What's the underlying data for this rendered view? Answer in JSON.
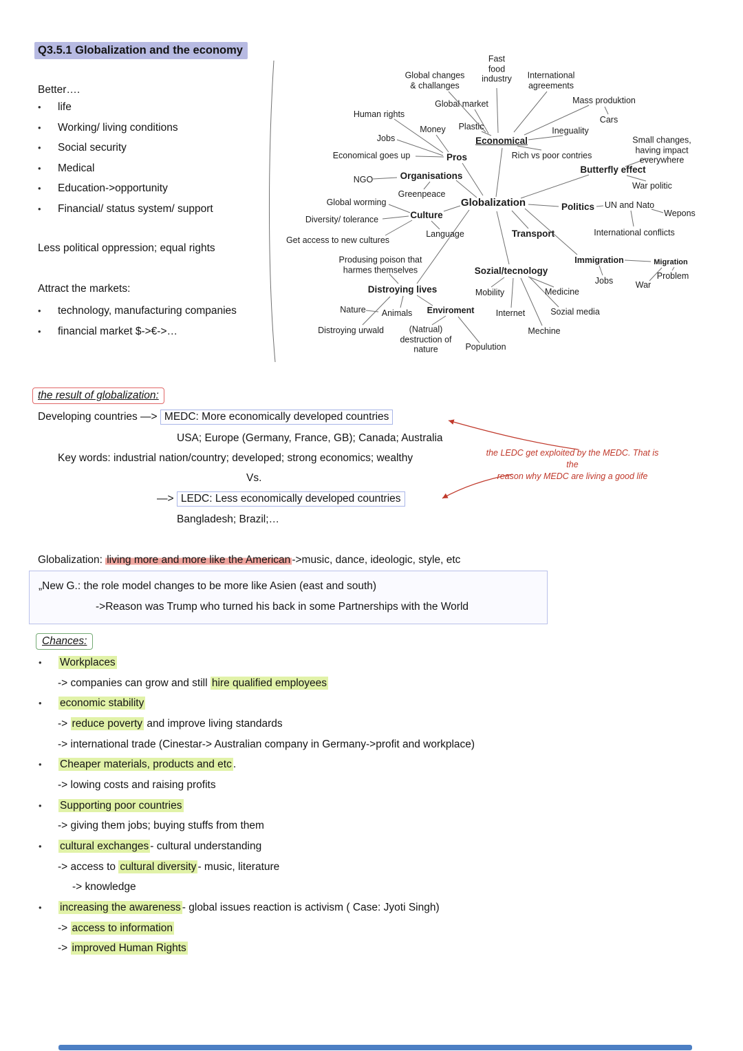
{
  "page": {
    "title": "Q3.5.1 Globalization and the economy",
    "colors": {
      "title_highlight": "#b7bae2",
      "green_highlight": "#e1f2a8",
      "red_annotation": "#c0392b",
      "blue_box_border": "#a9b6e8",
      "result_box_border": "#e06666",
      "chances_box_border": "#74aa74",
      "bottom_bar": "#4c7fc4"
    }
  },
  "better": {
    "heading": "Better….",
    "items": [
      "life",
      "Working/ living conditions",
      "Social security",
      "Medical",
      "Education->opportunity",
      "Financial/ status system/ support"
    ],
    "note": "Less political oppression; equal rights"
  },
  "markets": {
    "heading": "Attract the markets:",
    "items": [
      "technology, manufacturing companies",
      "financial market $->€->…"
    ]
  },
  "mindmap": {
    "nodes": {
      "fast_food": "Fast\nfood\nindustry",
      "global_changes": "Global changes\n& challanges",
      "international_agreements": "International\nagreements",
      "global_market": "Global market",
      "mass_produktion": "Mass produktion",
      "human_rights": "Human rights",
      "cars": "Cars",
      "money": "Money",
      "plastic": "Plastic",
      "ineguality": "Ineguality",
      "jobs_top": "Jobs",
      "economical": "Economical",
      "small_changes": "Small changes,\nhaving impact everywhere",
      "economical_goes_up": "Economical goes up",
      "pros": "Pros",
      "rich_vs_poor": "Rich vs poor contries",
      "butterfly_effect": "Butterfly effect",
      "ngo": "NGO",
      "organisations": "Organisations",
      "war_politic": "War politic",
      "greenpeace": "Greenpeace",
      "global_worming": "Global worming",
      "globalization": "Globalization",
      "politics": "Politics",
      "un_and_nato": "UN and Nato",
      "wepons": "Wepons",
      "culture": "Culture",
      "diversity_tolerance": "Diversity/ tolerance",
      "international_conflicts": "International conflicts",
      "access_new_cultures": "Get access to new cultures",
      "language": "Language",
      "transport": "Transport",
      "produsing_poison": "Produsing poison that\nharmes themselves",
      "immigration": "Immigration",
      "migration": "Migration",
      "sozial_tecnology": "Sozial/tecnology",
      "jobs_right": "Jobs",
      "war_right": "War",
      "problem": "Problem",
      "distroying_lives": "Distroying lives",
      "mobility": "Mobility",
      "medicine": "Medicine",
      "nature": "Nature",
      "animals": "Animals",
      "enviroment": "Enviroment",
      "internet": "Internet",
      "sozial_media": "Sozial media",
      "distroying_urwald": "Distroying urwald",
      "natural_destruction": "(Natrual)\ndestruction of\nnature",
      "mechine": "Mechine",
      "populution": "Populution"
    }
  },
  "result": {
    "heading": "the result of globalization:",
    "line1_pre": "Developing countries —> ",
    "medc_box": "MEDC: More economically developed countries",
    "line2": "USA; Europe (Germany, France, GB); Canada; Australia",
    "keywords": "Key words: industrial nation/country; developed; strong economics; wealthy",
    "vs": "Vs.",
    "ledc_pre": "—> ",
    "ledc_box": "LEDC: Less economically developed countries",
    "examples": "Bangladesh; Brazil;…",
    "annotation": "the LEDC get exploited by the MEDC. That is the\nreason why MEDC are living a good life"
  },
  "globalization_def": {
    "pre": "Globalization: ",
    "highlight": "living more and more like the American",
    "post": "->music, dance, ideologic, style, etc",
    "box_line1": "„New G.: the role model changes to be more like Asien (east and south)",
    "box_line2": "->Reason was Trump who turned his back in some Partnerships with the World"
  },
  "chances": {
    "heading": "Chances:",
    "lines": [
      {
        "pre": "",
        "hl": "Workplaces",
        "post": ""
      },
      {
        "pre": "-> companies can grow and still ",
        "hl": "hire qualified employees",
        "post": ""
      },
      {
        "pre": "",
        "hl": "economic stability",
        "post": ""
      },
      {
        "pre": "-> ",
        "hl": "reduce poverty",
        "post": " and improve living standards"
      },
      {
        "pre": "-> international trade (Cinestar-> Australian company in Germany->profit and workplace)",
        "hl": "",
        "post": ""
      },
      {
        "pre": "",
        "hl": "Cheaper materials, products and etc",
        "post": "."
      },
      {
        "pre": "-> lowing costs and raising profits",
        "hl": "",
        "post": ""
      },
      {
        "pre": "",
        "hl": "Supporting poor countries",
        "post": ""
      },
      {
        "pre": "-> giving them jobs; buying stuffs from them",
        "hl": "",
        "post": ""
      },
      {
        "pre": "",
        "hl": "cultural exchanges",
        "post": "- cultural understanding"
      },
      {
        "pre": "-> access to ",
        "hl": "cultural diversity",
        "post": "- music, literature"
      },
      {
        "pre": "-> knowledge",
        "hl": "",
        "post": ""
      },
      {
        "pre": "",
        "hl": "increasing the awareness",
        "post": "- global issues reaction is activism ( Case: Jyoti Singh)"
      },
      {
        "pre": "-> ",
        "hl": "access to information",
        "post": ""
      },
      {
        "pre": "-> ",
        "hl": "improved Human Rights",
        "post": ""
      }
    ]
  }
}
